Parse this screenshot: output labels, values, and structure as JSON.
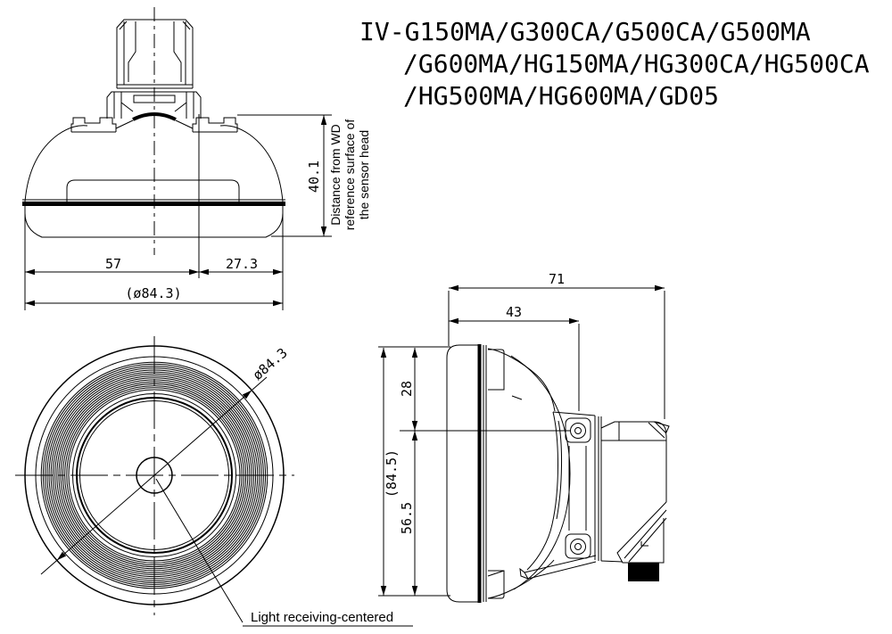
{
  "title": {
    "line1": "IV-G150MA/G300CA/G500CA/G500MA",
    "line2": "/G600MA/HG150MA/HG300CA/HG500CA",
    "line3": "/HG500MA/HG600MA/GD05"
  },
  "front_view": {
    "dim_width_left": "57",
    "dim_width_right": "27.3",
    "dim_total_width": "(ø84.3)",
    "dim_height_wd": "40.1",
    "wd_note": {
      "line1": "Distance from WD",
      "line2": "reference surface of",
      "line3": "the sensor head"
    }
  },
  "bottom_view": {
    "dim_diameter": "ø84.3",
    "label_light_receiving": "Light receiving-centered"
  },
  "side_view": {
    "dim_total_length": "71",
    "dim_face_to_mount": "43",
    "dim_top_to_axis": "28",
    "dim_axis_to_bottom": "56.5",
    "dim_total_height": "(84.5)"
  },
  "colors": {
    "line_color": "#000000",
    "background": "#ffffff"
  }
}
